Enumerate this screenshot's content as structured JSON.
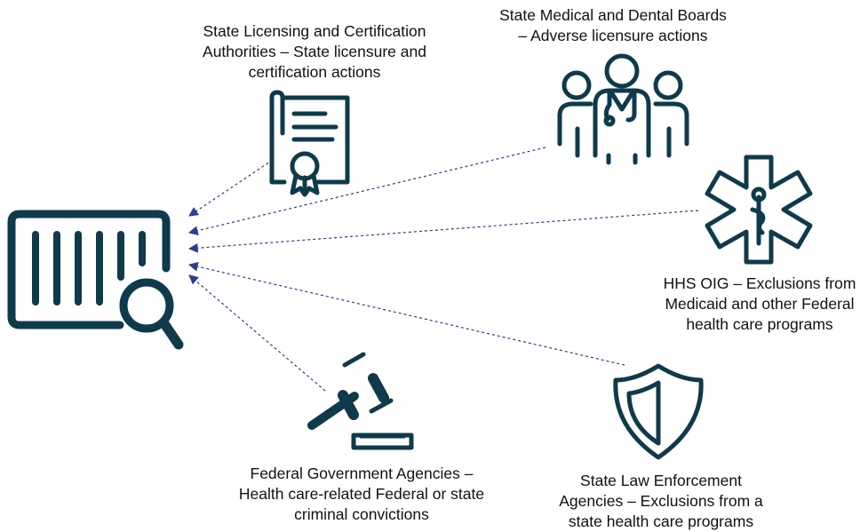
{
  "colors": {
    "icon": "#0e3a4b",
    "arrow": "#2e3d8f",
    "text": "#111111",
    "background": "#ffffff"
  },
  "nodes": {
    "licensing": {
      "icon": "certificate-icon",
      "lines": [
        "State Licensing and Certification",
        "Authorities – State licensure and",
        "certification actions"
      ]
    },
    "boards": {
      "icon": "medical-staff-icon",
      "lines": [
        "State Medical and Dental Boards",
        "– Adverse licensure actions"
      ]
    },
    "hhs": {
      "icon": "star-of-life-icon",
      "lines": [
        "HHS OIG – Exclusions from",
        "Medicaid and other Federal",
        "health care programs"
      ]
    },
    "federal": {
      "icon": "gavel-icon",
      "lines": [
        "Federal Government Agencies –",
        "Health care-related Federal or state",
        "criminal convictions"
      ]
    },
    "law": {
      "icon": "shield-icon",
      "lines": [
        "State Law Enforcement",
        "Agencies – Exclusions from a",
        "state health care programs"
      ]
    },
    "center": {
      "icon": "database-search-icon"
    }
  }
}
